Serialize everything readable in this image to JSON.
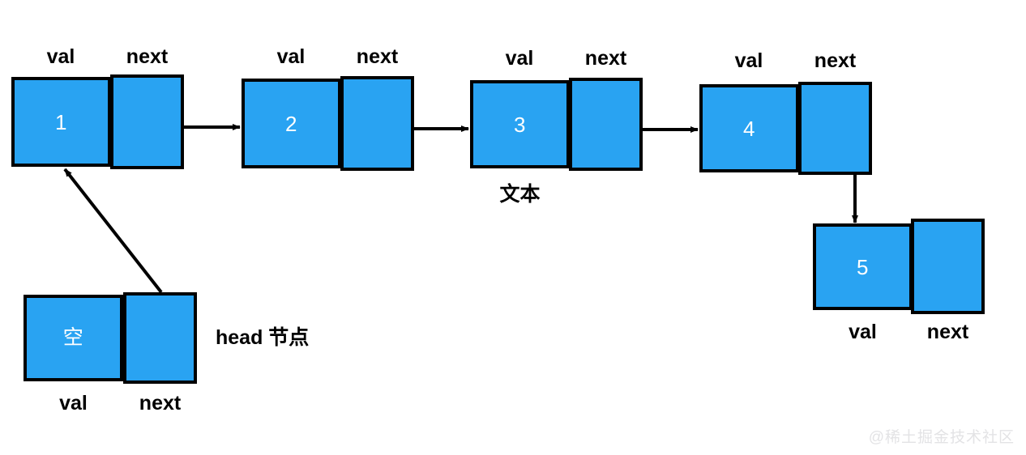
{
  "diagram": {
    "title": "singly-linked-list-structure",
    "colors": {
      "node_fill": "#29a3f2",
      "node_border": "#000000",
      "value_text": "#ffffff",
      "label_text": "#000000",
      "edge": "#000000",
      "background": "#ffffff",
      "watermark": "#e3e3e5"
    },
    "labels": {
      "val": "val",
      "next": "next"
    },
    "nodes": [
      {
        "id": "node-1",
        "value": "1",
        "val_label": "val",
        "next_label": "next",
        "labels_position": "top"
      },
      {
        "id": "node-2",
        "value": "2",
        "val_label": "val",
        "next_label": "next",
        "labels_position": "top"
      },
      {
        "id": "node-3",
        "value": "3",
        "val_label": "val",
        "next_label": "next",
        "labels_position": "top",
        "caption": "文本"
      },
      {
        "id": "node-4",
        "value": "4",
        "val_label": "val",
        "next_label": "next",
        "labels_position": "top"
      },
      {
        "id": "node-5",
        "value": "5",
        "val_label": "val",
        "next_label": "next",
        "labels_position": "bottom"
      },
      {
        "id": "node-head",
        "value": "空",
        "val_label": "val",
        "next_label": "next",
        "labels_position": "bottom",
        "caption": "head 节点"
      }
    ],
    "annotations": {
      "head_node": "head 节点",
      "node3_caption": "文本"
    },
    "edges": [
      {
        "from": "node-head.next",
        "to": "node-1.val",
        "style": "diagonal-arrow"
      },
      {
        "from": "node-1.next",
        "to": "node-2.val",
        "style": "horizontal-arrow"
      },
      {
        "from": "node-2.next",
        "to": "node-3.val",
        "style": "horizontal-arrow"
      },
      {
        "from": "node-3.next",
        "to": "node-4.val",
        "style": "horizontal-arrow"
      },
      {
        "from": "node-4.next",
        "to": "node-5.val",
        "style": "vertical-arrow"
      }
    ],
    "watermark": "@稀土掘金技术社区"
  }
}
